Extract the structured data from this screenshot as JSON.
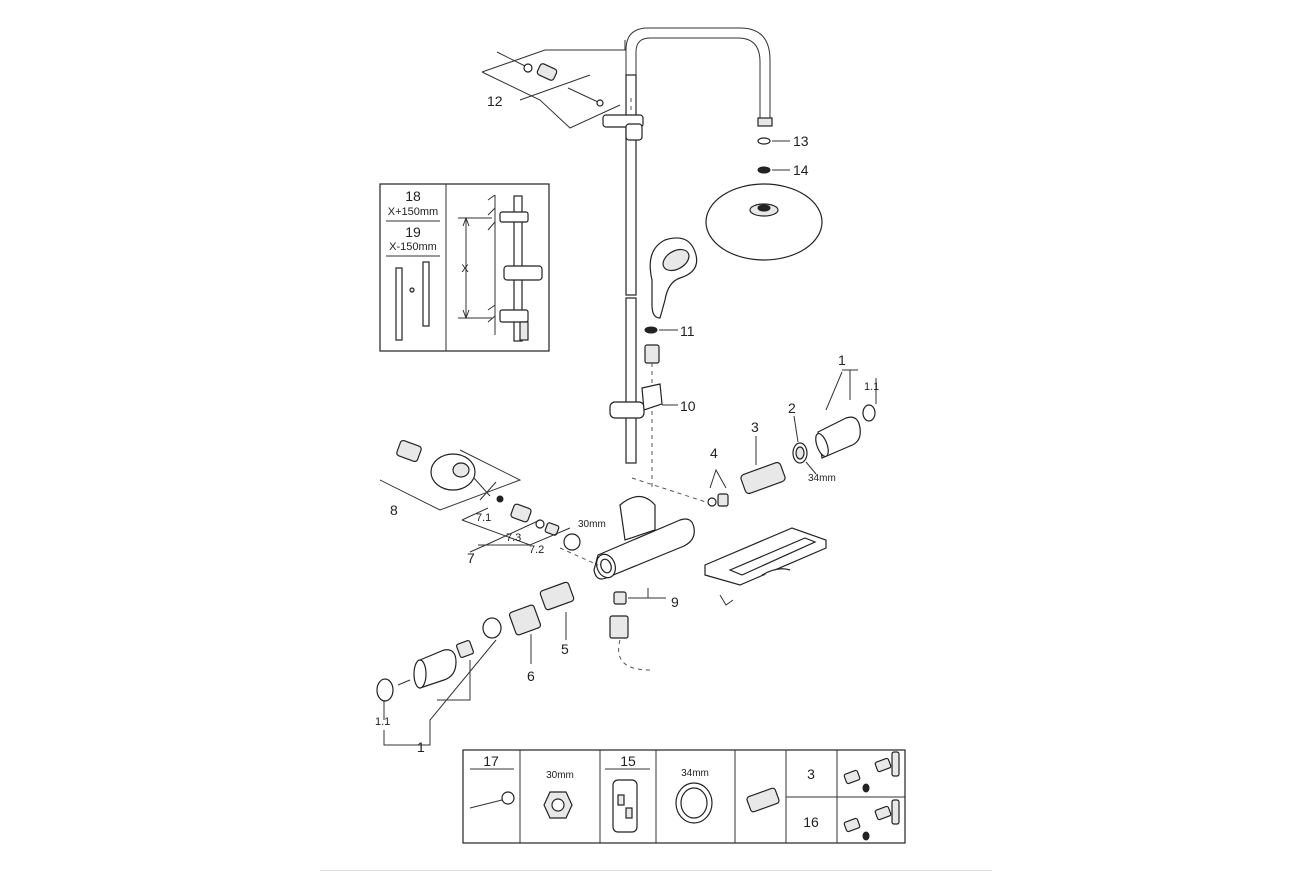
{
  "callouts": {
    "c1_right": "1",
    "c1_1_right": "1.1",
    "c2": "2",
    "c3": "3",
    "c4": "4",
    "c34mm": "34mm",
    "c5": "5",
    "c6": "6",
    "c7": "7",
    "c7_1": "7.1",
    "c7_2": "7.2",
    "c7_3": "7.3",
    "c30mm": "30mm",
    "c8": "8",
    "c9": "9",
    "c10": "10",
    "c11": "11",
    "c12": "12",
    "c13": "13",
    "c14": "14",
    "c1_left": "1",
    "c1_1_left": "1.1"
  },
  "inset": {
    "label_18": "18",
    "dim_18": "X+150mm",
    "label_19": "19",
    "dim_19": "X-150mm",
    "x_label": "X"
  },
  "tools_table": {
    "label_17": "17",
    "size_30mm": "30mm",
    "label_15": "15",
    "size_34mm": "34mm",
    "label_3": "3",
    "label_16": "16"
  }
}
